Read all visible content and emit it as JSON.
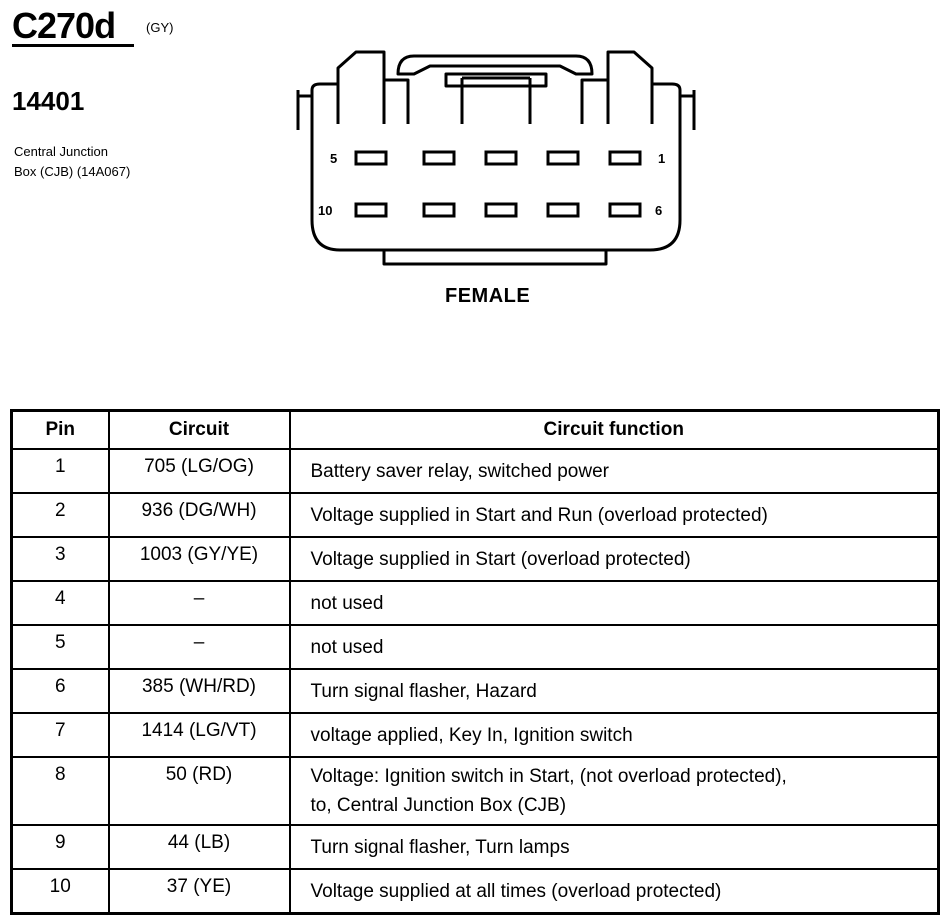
{
  "connector": {
    "id": "C270d",
    "color_code": "(GY)",
    "part_number": "14401",
    "component_line1": "Central Junction",
    "component_line2": "Box (CJB) (14A067)",
    "gender": "FEMALE",
    "pin_labels": {
      "top_left": "5",
      "top_right": "1",
      "bottom_left": "10",
      "bottom_right": "6"
    }
  },
  "table": {
    "headers": {
      "pin": "Pin",
      "circuit": "Circuit",
      "function": "Circuit function"
    },
    "rows": [
      {
        "pin": "1",
        "circuit": "705 (LG/OG)",
        "function": "Battery saver relay, switched power"
      },
      {
        "pin": "2",
        "circuit": "936 (DG/WH)",
        "function": "Voltage supplied in Start and Run (overload protected)"
      },
      {
        "pin": "3",
        "circuit": "1003 (GY/YE)",
        "function": "Voltage supplied in Start (overload protected)"
      },
      {
        "pin": "4",
        "circuit": "–",
        "function": "not used"
      },
      {
        "pin": "5",
        "circuit": "–",
        "function": "not used"
      },
      {
        "pin": "6",
        "circuit": "385 (WH/RD)",
        "function": "Turn signal flasher, Hazard"
      },
      {
        "pin": "7",
        "circuit": "1414 (LG/VT)",
        "function": "voltage applied, Key In, Ignition switch"
      },
      {
        "pin": "8",
        "circuit": "50 (RD)",
        "function": "Voltage: Ignition switch in Start, (not overload protected),",
        "function_line2": "to, Central Junction Box (CJB)"
      },
      {
        "pin": "9",
        "circuit": "44 (LB)",
        "function": "Turn signal flasher, Turn lamps"
      },
      {
        "pin": "10",
        "circuit": "37 (YE)",
        "function": "Voltage supplied at all times (overload protected)"
      }
    ]
  }
}
